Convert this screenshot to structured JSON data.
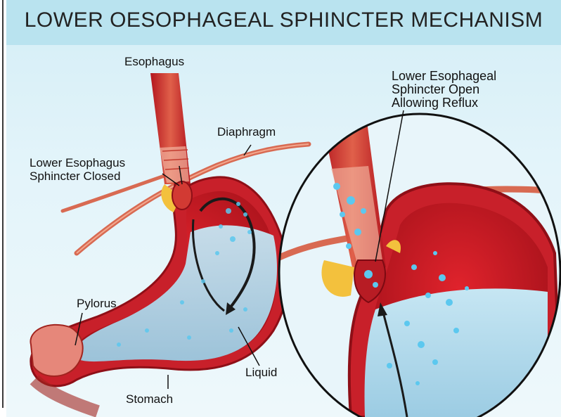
{
  "title": "LOWER OESOPHAGEAL SPHINCTER MECHANISM",
  "labels": {
    "esophagus": "Esophagus",
    "diaphragm": "Diaphragm",
    "sphincter_closed_line1": "Lower Esophagus",
    "sphincter_closed_line2": "Sphincter Closed",
    "pylorus": "Pylorus",
    "liquid": "Liquid",
    "stomach": "Stomach",
    "sphincter_open_line1": "Lower Esophageal",
    "sphincter_open_line2": "Sphincter Open",
    "sphincter_open_line3": "Allowing Reflux"
  },
  "colors": {
    "title_band": "#b9e3ef",
    "tissue_red": "#c8202a",
    "tissue_dark": "#8e0f17",
    "muscle_pink": "#e3826c",
    "liquid_blue": "#a9d6ea",
    "droplet_blue": "#5cc8ef",
    "fat_yellow": "#f3c13d"
  }
}
